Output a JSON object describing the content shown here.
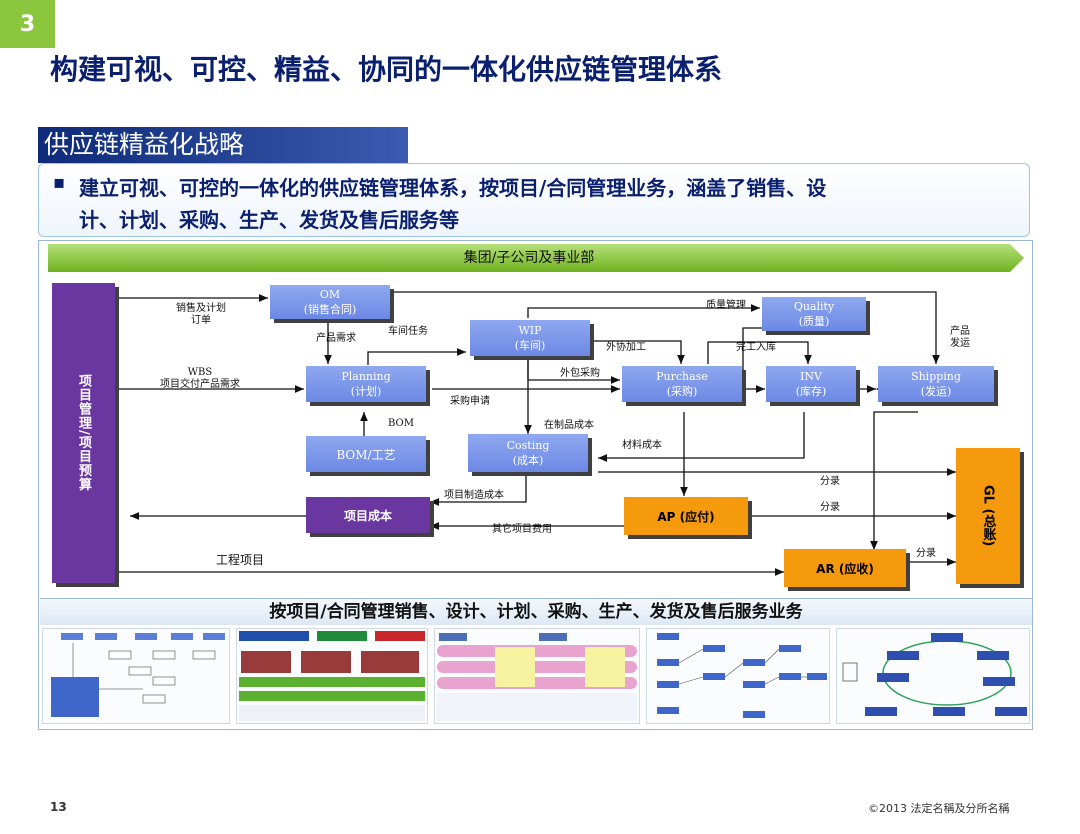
{
  "slide": {
    "number": "3",
    "title": "构建可视、可控、精益、协同的一体化供应链管理体系",
    "page_number": "13",
    "copyright": "©2013 法定名稱及分所名稱"
  },
  "section": {
    "label": "供应链精益化战略",
    "bullet": "▪",
    "bullet_lines": [
      "建立可视、可控的一体化的供应链管理体系，按项目/合同管理业务，涵盖了销售、设",
      "计、计划、采购、生产、发货及售后服务等"
    ]
  },
  "diagram": {
    "group_label": "集团/子公司及事业部",
    "nodes": {
      "project": "项目管理/项目预算",
      "om": [
        "OM",
        "(销售合同)"
      ],
      "wip": [
        "WIP",
        "(车间)"
      ],
      "quality": [
        "Quality",
        "(质量)"
      ],
      "planning": [
        "Planning",
        "(计划)"
      ],
      "purchase": [
        "Purchase",
        "(采购)"
      ],
      "inv": [
        "INV",
        "(库存)"
      ],
      "shipping": [
        "Shipping",
        "(发运)"
      ],
      "bom": "BOM/工艺",
      "costing": [
        "Costing",
        "(成本)"
      ],
      "project_cost": "项目成本",
      "ap": "AP (应付)",
      "ar": "AR (应收)",
      "gl": "GL (总账)"
    },
    "labels": {
      "sales_plan": [
        "销售及计划",
        "订单"
      ],
      "product_demand": "产品需求",
      "wbs": [
        "WBS",
        "项目交付产品需求"
      ],
      "workshop_task": "车间任务",
      "quality_mgmt": "质量管理",
      "outsourcing": "外协加工",
      "finished_in": "完工入库",
      "product_ship": [
        "产品",
        "发运"
      ],
      "outsource_purchase": "外包采购",
      "purchase_request": "采购申请",
      "bom_label": "BOM",
      "wip_cost": "在制品成本",
      "material_cost": "材料成本",
      "proj_mfg_cost": "项目制造成本",
      "other_proj_cost": "其它项目费用",
      "entry1": "分录",
      "entry2": "分录",
      "entry3": "分录",
      "engineering_project": "工程项目"
    },
    "bottom_banner": "按项目/合同管理销售、设计、计划、采购、生产、发货及售后服务业务"
  },
  "colors": {
    "accent_green": "#8cc63f",
    "title_navy": "#0a1f6e",
    "node_blue": "#7b95ea",
    "node_purple": "#6a36a0",
    "node_orange": "#f59a0c"
  }
}
